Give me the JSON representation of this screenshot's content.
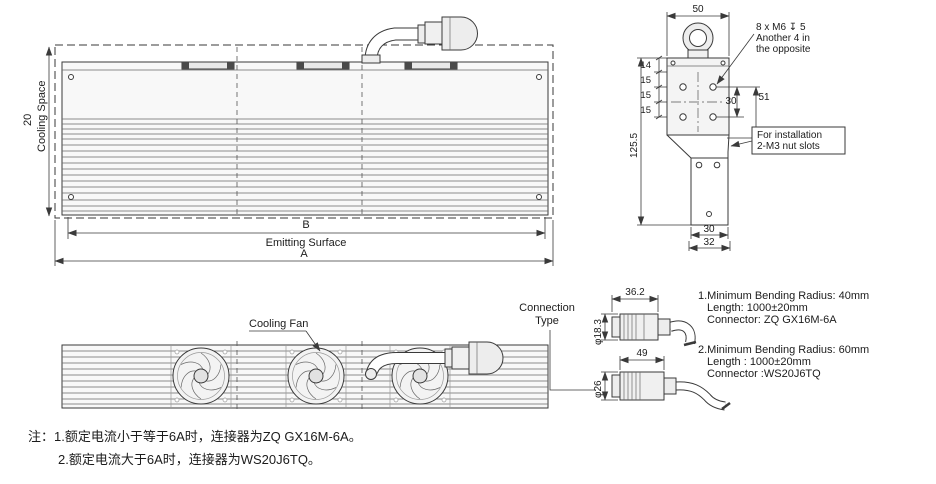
{
  "palette": {
    "line": "#3a3a3a",
    "text": "#1c1c1c",
    "background": "#ffffff"
  },
  "front_view": {
    "dim_cooling_gap": "20",
    "cooling_space_label": "Cooling Space",
    "dim_b": "B",
    "emitting_surface_label": "Emitting Surface",
    "dim_a": "A"
  },
  "side_view": {
    "dim_width_top": "50",
    "holes_note": [
      "8 x M6 ↧ 5",
      "Another 4 in",
      "the opposite"
    ],
    "chain_dims": [
      "14",
      "15",
      "15",
      "15"
    ],
    "dim_overall_height": "125.5",
    "dim_hole_spacing": "30",
    "dim_flange_height": "51",
    "install_note": [
      "For installation",
      "2-M3 nut slots"
    ],
    "dim_bottom_inner": "30",
    "dim_bottom_outer": "32"
  },
  "bottom_view": {
    "cooling_fan_label": "Cooling Fan"
  },
  "connection": {
    "title": [
      "Connection",
      "Type"
    ],
    "type1": {
      "dim_length": "36.2",
      "dim_diameter": "φ18.3",
      "lines": [
        "1.Minimum Bending Radius: 40mm",
        "Length: 1000±20mm",
        "Connector: ZQ GX16M-6A"
      ]
    },
    "type2": {
      "dim_length": "49",
      "dim_diameter": "φ26",
      "lines": [
        "2.Minimum Bending Radius: 60mm",
        "Length : 1000±20mm",
        "Connector :WS20J6TQ"
      ]
    }
  },
  "notes": [
    "注：1.额定电流小于等于6A时，连接器为ZQ GX16M-6A。",
    "2.额定电流大于6A时，连接器为WS20J6TQ。"
  ]
}
